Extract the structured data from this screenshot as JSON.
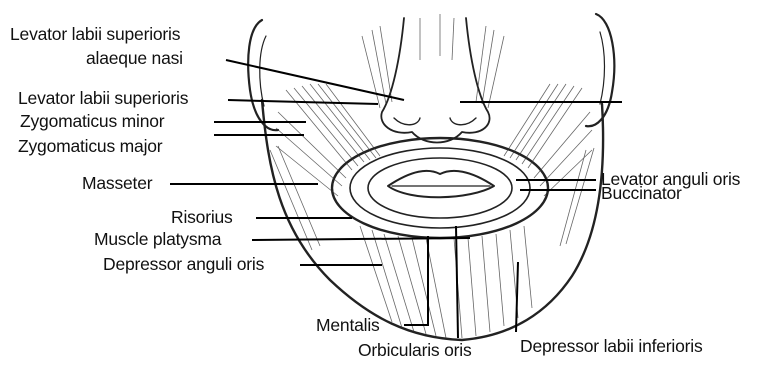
{
  "labels": {
    "levator_alaeque_1": "Levator labii superioris",
    "levator_alaeque_2": "alaeque nasi",
    "levator_sup": "Levator labii superioris",
    "zyg_minor": "Zygomaticus minor",
    "zyg_major": "Zygomaticus major",
    "masseter": "Masseter",
    "risorius": "Risorius",
    "platysma": "Muscle platysma",
    "dep_anguli": "Depressor anguli oris",
    "mentalis": "Mentalis",
    "orbicularis": "Orbicularis oris",
    "dep_labii": "Depressor labii inferioris",
    "levator_anguli": "Levator anguli oris",
    "buccinator": "Buccinator"
  }
}
